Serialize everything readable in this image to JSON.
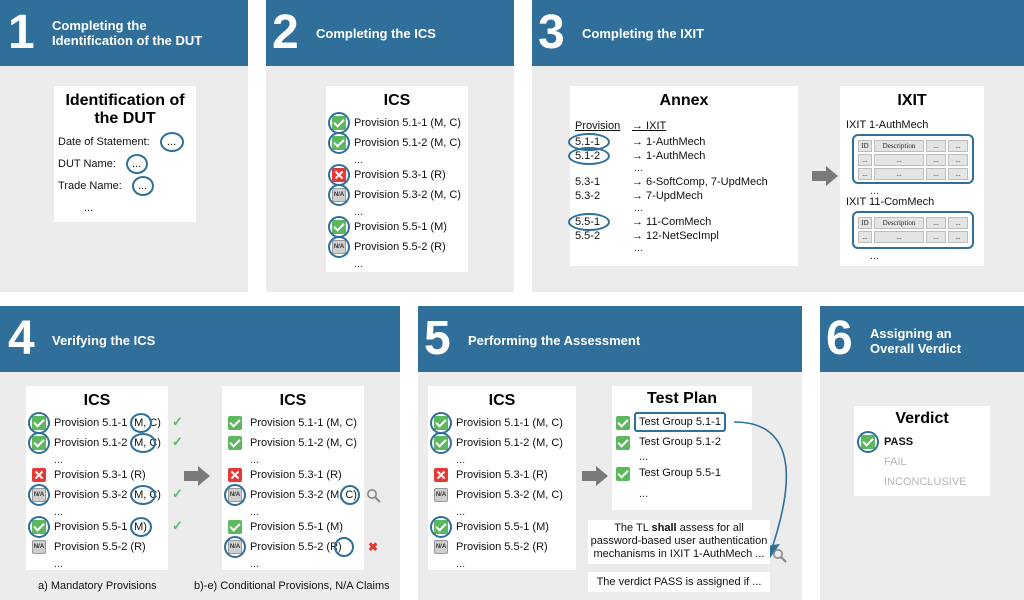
{
  "panels": [
    {
      "num": "1",
      "title": "Completing the\nIdentification of the DUT"
    },
    {
      "num": "2",
      "title": "Completing the ICS"
    },
    {
      "num": "3",
      "title": "Completing the IXIT"
    },
    {
      "num": "4",
      "title": "Verifying the ICS"
    },
    {
      "num": "5",
      "title": "Performing the Assessment"
    },
    {
      "num": "6",
      "title": "Assigning an\nOverall Verdict"
    }
  ],
  "p1": {
    "title": "Identification of the DUT",
    "fields": [
      "Date of Statement:",
      "DUT Name:",
      "Trade Name:"
    ],
    "ellipsis": "...",
    "field_value": "..."
  },
  "ics_title": "ICS",
  "provisions": [
    {
      "label": "Provision 5.1-1 (M, C)",
      "status": "ok"
    },
    {
      "label": "Provision 5.1-2 (M, C)",
      "status": "ok"
    },
    {
      "label": "Provision 5.3-1 (R)",
      "status": "x"
    },
    {
      "label": "Provision 5.3-2 (M, C)",
      "status": "na"
    },
    {
      "label": "Provision 5.5-1 (M)",
      "status": "ok"
    },
    {
      "label": "Provision 5.5-2 (R)",
      "status": "na"
    }
  ],
  "na_label": "N/A",
  "ellipsis": "...",
  "p3": {
    "annex_title": "Annex",
    "ixit_title": "IXIT",
    "header": {
      "left": "Provision",
      "right": "→ IXIT"
    },
    "rows": [
      {
        "left": "5.1-1",
        "right": "→ 1-AuthMech"
      },
      {
        "left": "5.1-2",
        "right": "→ 1-AuthMech"
      },
      {
        "left": "5.3-1",
        "right": "→ 6-SoftComp, 7-UpdMech"
      },
      {
        "left": "5.3-2",
        "right": "→ 7-UpdMech"
      },
      {
        "left": "5.5-1",
        "right": "→ 11-ComMech"
      },
      {
        "left": "5.5-2",
        "right": "→ 12-NetSecImpl"
      }
    ],
    "ixit_items": [
      "IXIT 1-AuthMech",
      "IXIT 11-ComMech"
    ],
    "col_id": "ID",
    "col_desc": "Description"
  },
  "p4": {
    "caption_a": "a) Mandatory Provisions",
    "caption_b": "b)-e) Conditional Provisions, N/A Claims"
  },
  "p5": {
    "plan_title": "Test Plan",
    "groups": [
      "Test Group 5.1-1",
      "Test Group 5.1-2",
      "Test Group 5.5-1"
    ],
    "note_pre": "The TL ",
    "note_bold": "shall",
    "note_post1": " assess for all",
    "note_line2": "password-based user authentication",
    "note_line3": "mechanisms in IXIT 1-AuthMech ...",
    "verdict_note": "The verdict PASS is assigned if ..."
  },
  "p6": {
    "title": "Verdict",
    "items": [
      "PASS",
      "FAIL",
      "INCONCLUSIVE"
    ]
  },
  "colors": {
    "header": "#2f6f9a",
    "panel": "#ececec",
    "ok": "#5cb85c",
    "fail": "#e53935",
    "ring": "#2f6f9a"
  }
}
